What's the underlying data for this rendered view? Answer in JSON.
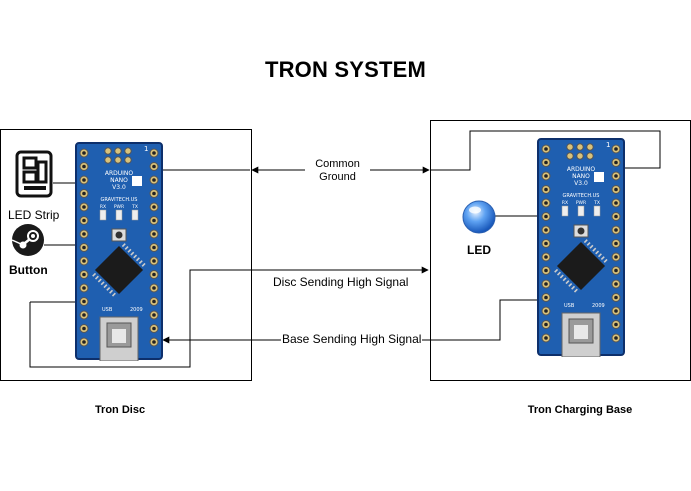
{
  "title": "TRON SYSTEM",
  "disc": {
    "caption": "Tron Disc",
    "led_strip_label": "LED Strip",
    "button_label": "Button"
  },
  "base": {
    "caption": "Tron Charging Base",
    "led_label": "LED"
  },
  "links": {
    "common_ground_line1": "Common",
    "common_ground_line2": "Ground",
    "disc_signal": "Disc Sending High Signal",
    "base_signal": "Base Sending High Signal"
  },
  "board": {
    "line1": "ARDUINO",
    "line2": "NANO",
    "line3": "V3.0",
    "brand": "GRAVITECH.US",
    "year": "2009",
    "usb": "USB",
    "rx": "RX",
    "pwr": "PWR",
    "tx": "TX",
    "pin1": "1"
  },
  "colors": {
    "board_blue": "#1f5fb0",
    "board_dark": "#0d2f6b",
    "led_blue": "#2f7fe6",
    "chip": "#1b1b1b",
    "pad_gold": "#d9c27a"
  }
}
